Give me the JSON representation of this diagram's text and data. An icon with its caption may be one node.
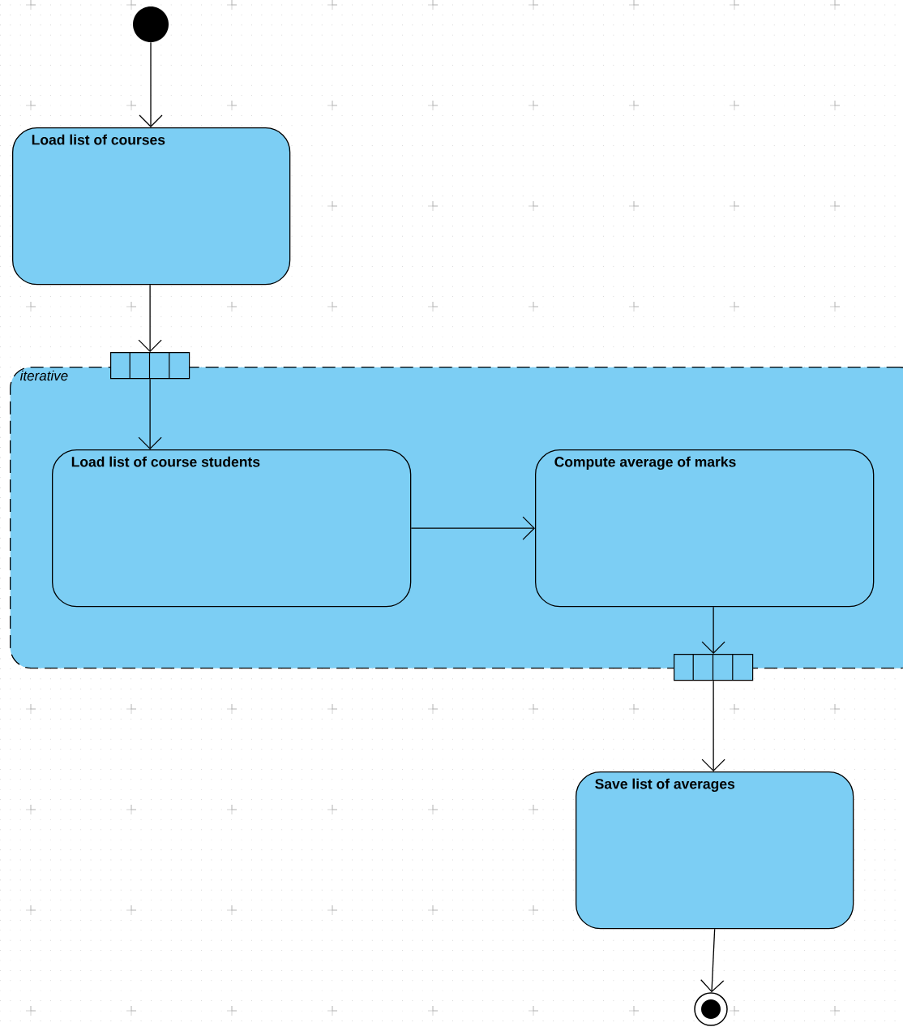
{
  "diagram": {
    "nodes": [
      {
        "text": [],
        "shape": "circle"
      },
      {
        "text": [
          "Load list of courses"
        ]
      },
      {
        "text": [
          "iterative"
        ]
      },
      {
        "text": [],
        "shape": "box"
      },
      {
        "text": [
          "Load list of course students"
        ],
        "in": 2
      },
      {
        "text": [
          "Compute average of marks"
        ],
        "in": 2
      },
      {
        "text": [],
        "shape": "box"
      },
      {
        "text": [
          "Save list of averages"
        ]
      },
      {
        "text": [],
        "shape": "circle"
      }
    ],
    "edges": [
      {
        "from": 0,
        "to": 1,
        "arrow": "to"
      },
      {
        "from": 1,
        "to": 3,
        "arrow": "to"
      },
      {
        "from": 3,
        "to": 4,
        "arrow": "to"
      },
      {
        "from": 4,
        "to": 5,
        "arrow": "to"
      },
      {
        "from": 5,
        "to": 6,
        "arrow": "to"
      },
      {
        "from": 6,
        "to": 7,
        "arrow": "to"
      },
      {
        "from": 7,
        "to": 8,
        "arrow": "to"
      }
    ]
  }
}
